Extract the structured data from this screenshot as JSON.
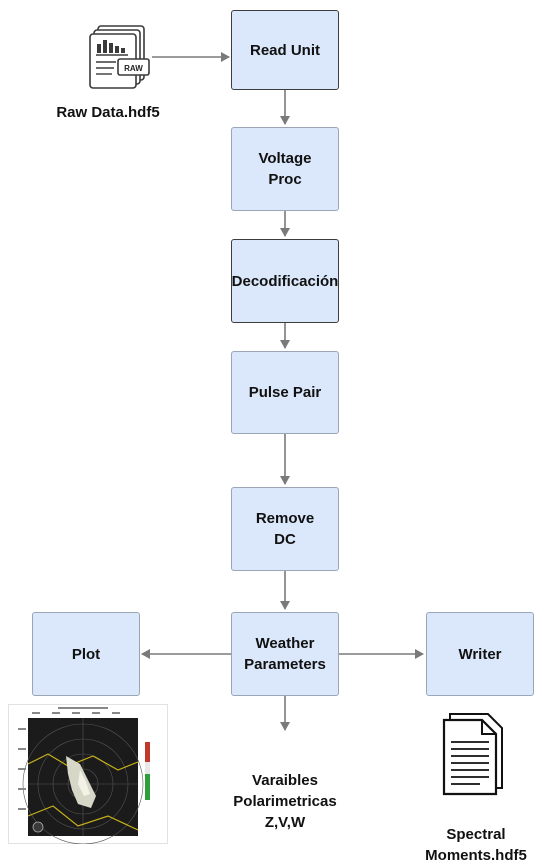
{
  "nodes": {
    "read_unit": "Read Unit",
    "voltage_proc": "Voltage\nProc",
    "decodificacion": "Decodificación",
    "pulse_pair": "Pulse Pair",
    "remove_dc": "Remove\nDC",
    "weather_parameters": "Weather\nParameters",
    "plot": "Plot",
    "writer": "Writer"
  },
  "labels": {
    "raw_data": "Raw Data.hdf5",
    "variables": "Varaibles\nPolarimetricas\nZ,V,W",
    "spectral_moments": "Spectral\nMoments.hdf5",
    "raw_badge": "RAW"
  },
  "colors": {
    "box_fill": "#dbe8fb",
    "box_border": "#3d3d3d",
    "arrow": "#7a7a7a"
  }
}
